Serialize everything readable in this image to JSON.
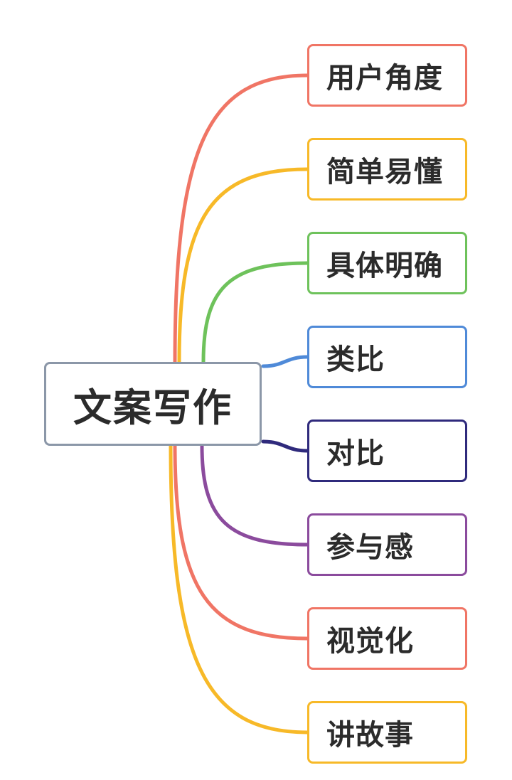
{
  "root": {
    "label": "文案写作",
    "border_color": "#8b97a8"
  },
  "branches": [
    {
      "label": "用户角度",
      "color": "#f07565"
    },
    {
      "label": "简单易懂",
      "color": "#f7b928"
    },
    {
      "label": "具体明确",
      "color": "#6ec25b"
    },
    {
      "label": "类比",
      "color": "#4f8ad8"
    },
    {
      "label": "对比",
      "color": "#2f2a7c"
    },
    {
      "label": "参与感",
      "color": "#8b4b9d"
    },
    {
      "label": "视觉化",
      "color": "#f07565"
    },
    {
      "label": "讲故事",
      "color": "#f7b928"
    }
  ]
}
